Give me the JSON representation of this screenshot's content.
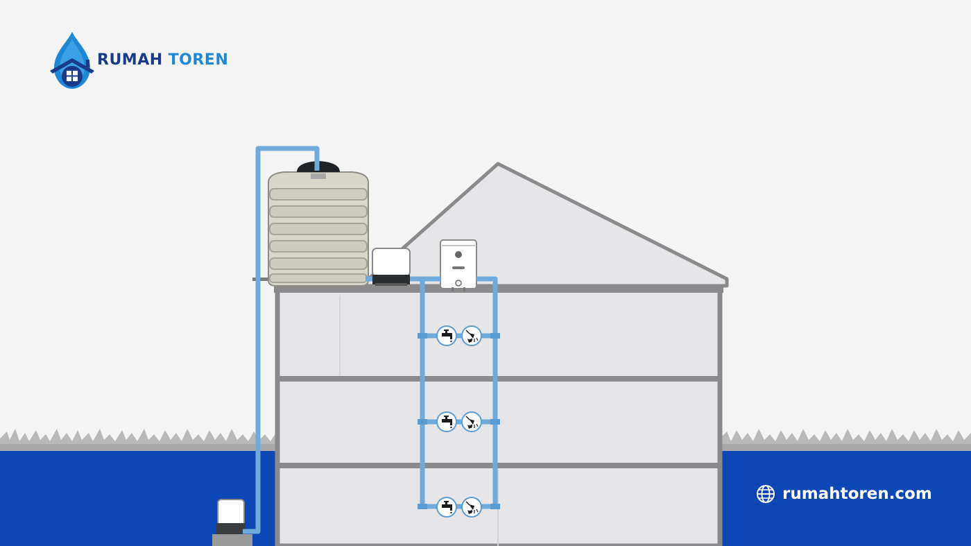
{
  "brand": {
    "name_part1": "RUMAH",
    "name_part2": "TOREN",
    "logo_icon": "water-drop-house-icon",
    "color_primary": "#1a3a8a",
    "color_accent": "#1e88d6"
  },
  "footer": {
    "website": "rumahtoren.com",
    "website_icon": "globe-icon"
  },
  "colors": {
    "sky": "#f4f4f4",
    "ground": "#0d47b5",
    "pipe": "#6faadb",
    "building_wall": "#e6e6e8",
    "building_outline": "#8a8a8c"
  },
  "diagram": {
    "floors": [
      {
        "fixtures": [
          "faucet-icon",
          "shower-icon"
        ]
      },
      {
        "fixtures": [
          "faucet-icon",
          "shower-icon"
        ]
      },
      {
        "fixtures": [
          "faucet-icon",
          "shower-icon"
        ]
      }
    ],
    "components": [
      "water-tank",
      "pressure-pump",
      "water-heater",
      "ground-water-pump"
    ]
  }
}
